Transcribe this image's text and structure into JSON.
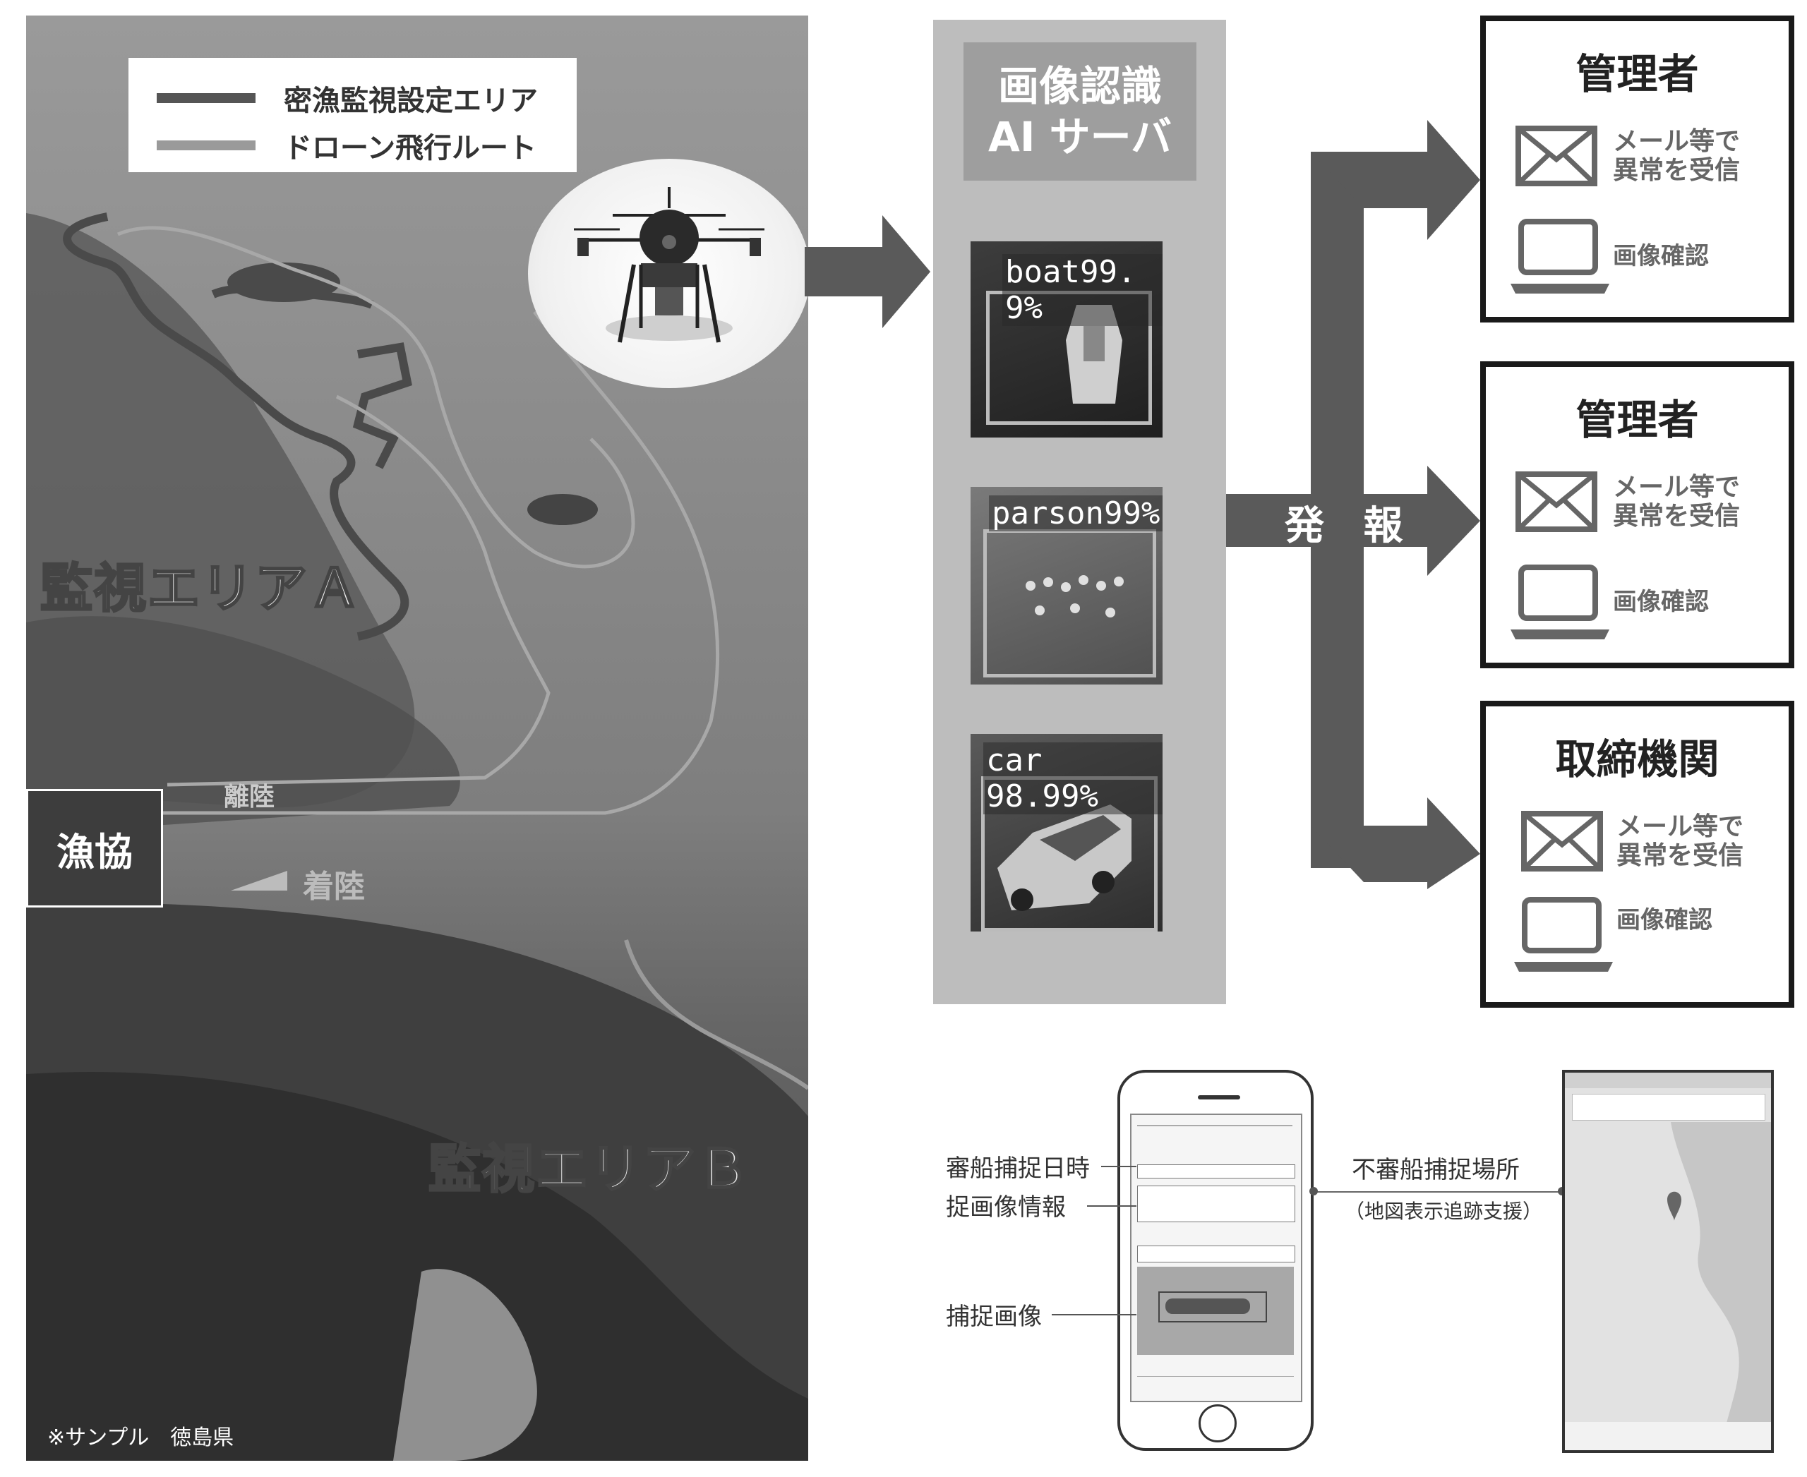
{
  "legend": {
    "items": [
      {
        "label": "密漁監視設定エリア",
        "color": "#555555"
      },
      {
        "label": "ドローン飛行ルート",
        "color": "#9a9a9a"
      }
    ]
  },
  "aerial": {
    "area_a": "監視エリアＡ",
    "area_b": "監視エリアＢ",
    "gyokyo": "漁協",
    "landing": "着陸",
    "takeoff": "離陸",
    "sample_note": "※サンプル　徳島県"
  },
  "server": {
    "title_line1": "画像認識",
    "title_line2": "AI サーバ",
    "detections": [
      {
        "label": "boat99. 9%"
      },
      {
        "label": "parson99%"
      },
      {
        "label": "car 98.99%"
      }
    ]
  },
  "dispatch_label": "発 報",
  "recipients": [
    {
      "title": "管理者",
      "mail_line1": "メール等で",
      "mail_line2": "異常を受信",
      "pc_text": "画像確認"
    },
    {
      "title": "管理者",
      "mail_line1": "メール等で",
      "mail_line2": "異常を受信",
      "pc_text": "画像確認"
    },
    {
      "title": "取締機関",
      "mail_line1": "メール等で",
      "mail_line2": "異常を受信",
      "pc_text": "画像確認"
    }
  ],
  "phone_annotations": {
    "datetime": "審船捕捉日時",
    "image_info": "捉画像情報",
    "capture": "捕捉画像"
  },
  "map_annotation": {
    "title": "不審船捕捉場所",
    "subtitle": "（地図表示追跡支援）"
  },
  "colors": {
    "arrow": "#5a5a5a",
    "server_bg": "#bdbdbd",
    "box_border": "#1a1a1a"
  }
}
